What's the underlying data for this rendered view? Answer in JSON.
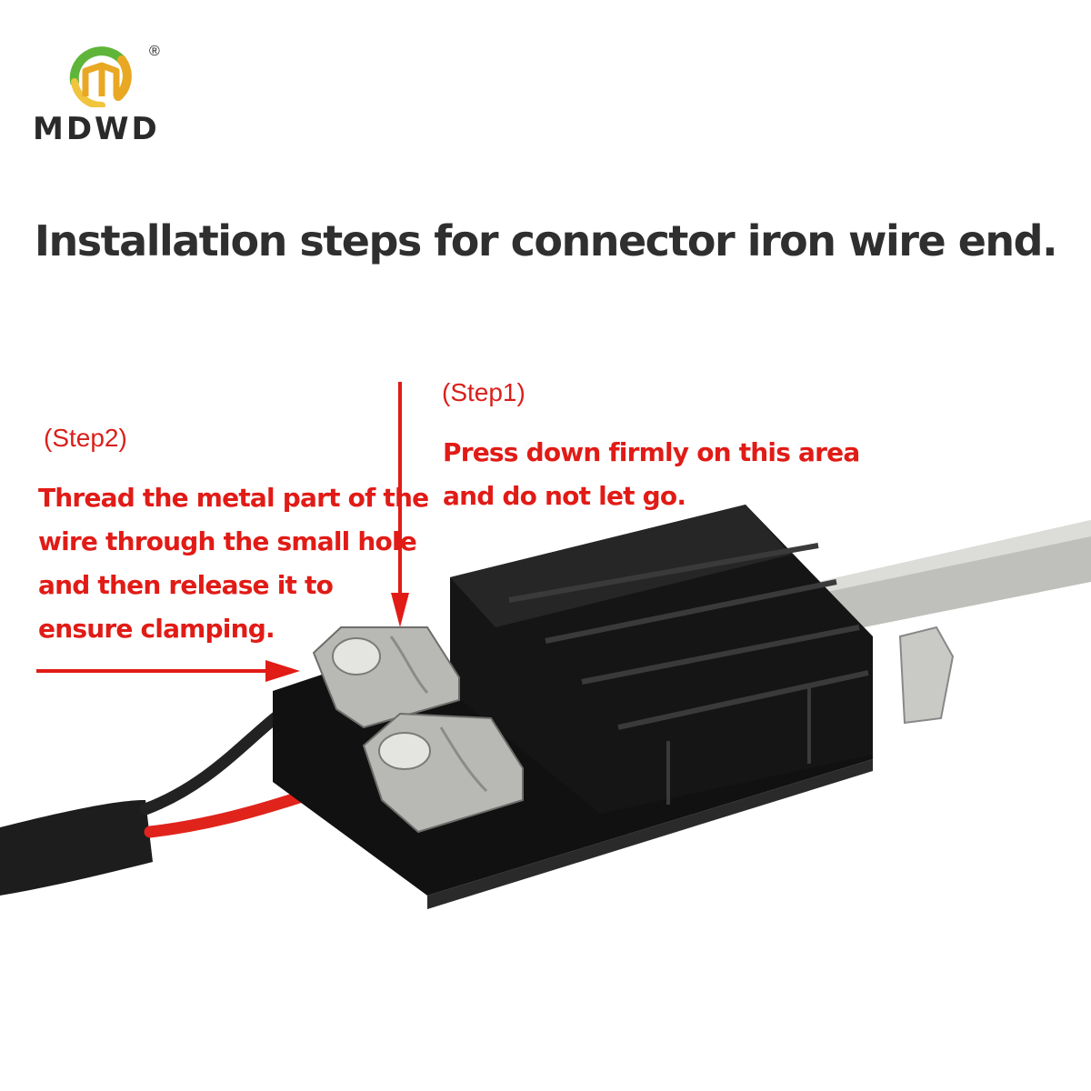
{
  "brand": {
    "name": "MDWD",
    "registered_mark": "®",
    "icon": "mdwd-logo-icon",
    "colors": {
      "gold": "#e9a824",
      "green": "#5fb53a"
    }
  },
  "title": "Installation steps for connector iron wire end.",
  "steps": {
    "step1": {
      "label": "(Step1)",
      "lines": [
        "Press down firmly on this area",
        "and do not let go."
      ]
    },
    "step2": {
      "label": "(Step2)",
      "lines": [
        "Thread the metal part of the",
        "wire through the small hole",
        "and then release it to",
        "ensure clamping."
      ]
    }
  },
  "colors": {
    "accent_red": "#e11b16",
    "title_gray": "#2f2f2f"
  }
}
